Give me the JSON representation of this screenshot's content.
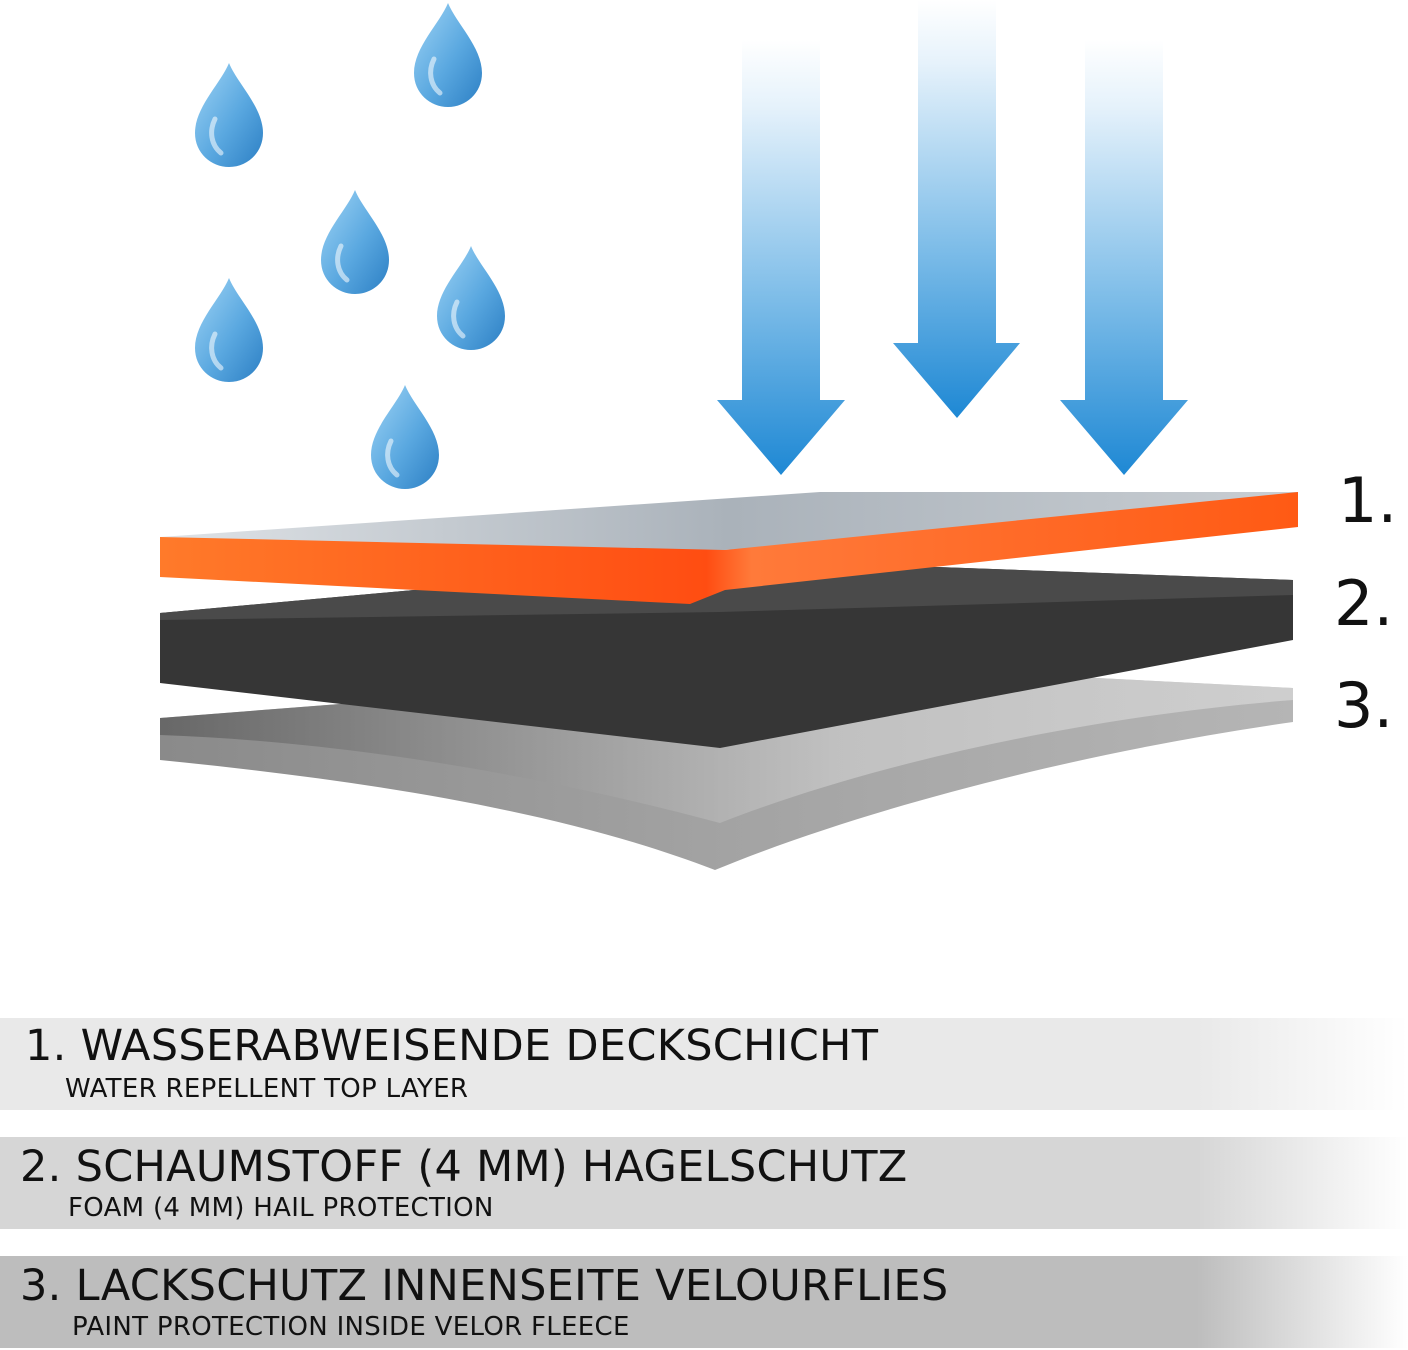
{
  "layer_numbers": [
    "1.",
    "2.",
    "3."
  ],
  "legend": [
    {
      "title": "1. WASSERABWEISENDE DECKSCHICHT",
      "subtitle": "WATER REPELLENT TOP LAYER"
    },
    {
      "title": "2. SCHAUMSTOFF (4 MM) HAGELSCHUTZ",
      "subtitle": "FOAM (4 MM) HAIL PROTECTION"
    },
    {
      "title": "3. LACKSCHUTZ INNENSEITE VELOURFLIES",
      "subtitle": "PAINT PROTECTION INSIDE VELOR FLEECE"
    }
  ],
  "colors": {
    "orange": "#ff5a1a",
    "foam": "#333333",
    "fleece": "#9a9a9a",
    "drop": "#5aa8e0",
    "arrow": "#1e88d4"
  },
  "icons": [
    "water-drop-icon",
    "down-arrow-icon"
  ]
}
